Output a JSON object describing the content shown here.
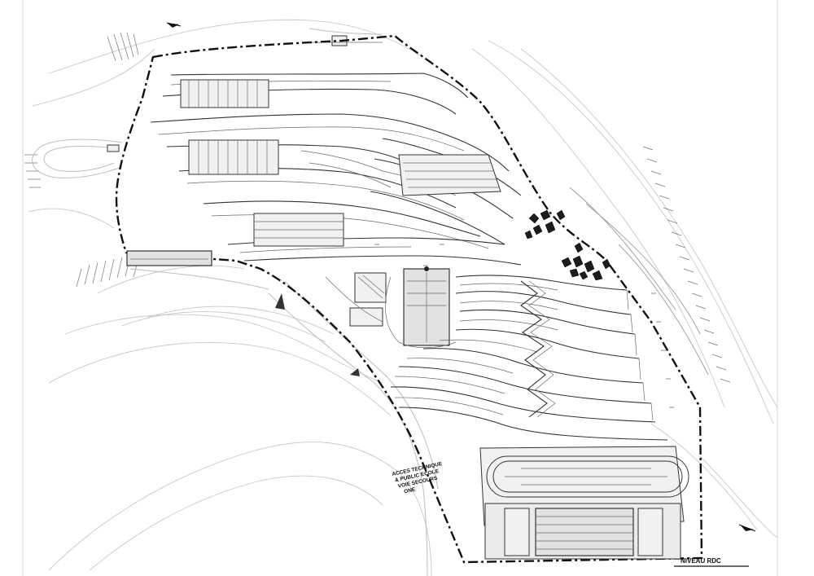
{
  "labels": {
    "level": "NIVEAU RDC",
    "access": [
      "ACCES TECHNIQUE",
      "& PUBLIC ECOLE",
      "VOIE SECOURS",
      "ONE"
    ]
  }
}
